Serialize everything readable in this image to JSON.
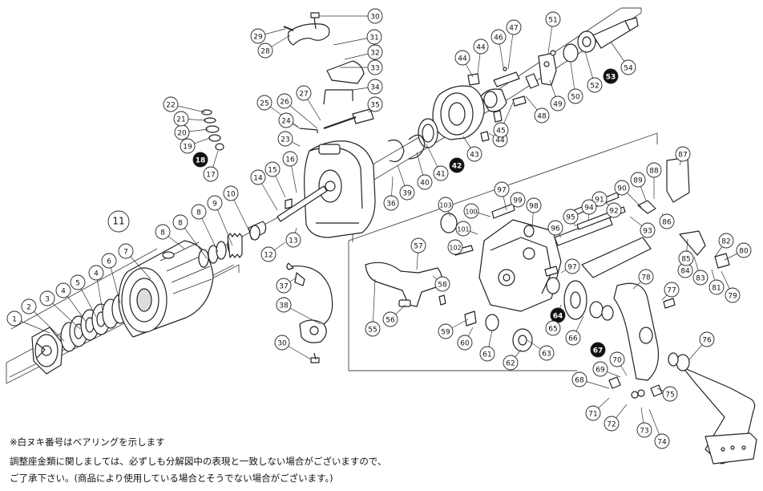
{
  "diagram": {
    "parts": [
      "1",
      "2",
      "3",
      "4",
      "5",
      "4",
      "6",
      "7",
      "8",
      "8",
      "8",
      "9",
      "10",
      "11",
      "12",
      "13",
      "14",
      "15",
      "16",
      "17",
      "18",
      "19",
      "20",
      "21",
      "22",
      "23",
      "24",
      "25",
      "26",
      "27",
      "28",
      "29",
      "30",
      "30",
      "31",
      "32",
      "33",
      "34",
      "35",
      "36",
      "37",
      "38",
      "39",
      "40",
      "41",
      "42",
      "43",
      "44",
      "44",
      "44",
      "45",
      "46",
      "47",
      "48",
      "49",
      "50",
      "51",
      "52",
      "53",
      "54",
      "55",
      "56",
      "57",
      "58",
      "59",
      "60",
      "61",
      "62",
      "63",
      "64",
      "65",
      "66",
      "67",
      "68",
      "69",
      "70",
      "71",
      "72",
      "73",
      "74",
      "75",
      "76",
      "77",
      "78",
      "79",
      "80",
      "81",
      "82",
      "83",
      "84",
      "85",
      "86",
      "87",
      "88",
      "89",
      "90",
      "91",
      "92",
      "93",
      "94",
      "95",
      "96",
      "97",
      "97",
      "98",
      "99",
      "100",
      "101",
      "102",
      "103"
    ],
    "bearing_parts": [
      "18",
      "42",
      "53",
      "64",
      "67"
    ]
  },
  "notes": {
    "bearing_note": "※白ヌキ番号はベアリングを示します",
    "disclaimer_line1": "調整座金類に関しましては、必ずしも分解図中の表現と一致しない場合がございますので、",
    "disclaimer_line2": "ご了承下さい。(商品により使用している場合とそうでない場合がございます。)"
  }
}
